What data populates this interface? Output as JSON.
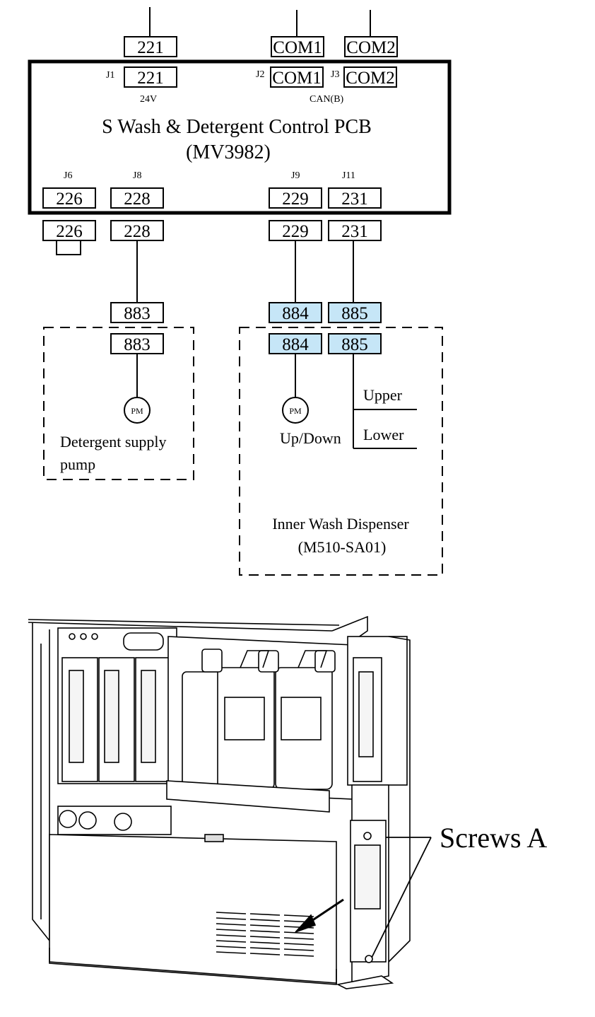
{
  "pcb": {
    "name": "S Wash & Detergent Control PCB",
    "model": "(MV3982)",
    "j1": "J1",
    "j2": "J2",
    "j3": "J3",
    "j6": "J6",
    "j8": "J8",
    "j9": "J9",
    "j11": "J11",
    "volt": "24V",
    "can": "CAN(B)"
  },
  "connectors": {
    "c221": "221",
    "com1": "COM1",
    "com2": "COM2",
    "c226": "226",
    "c228": "228",
    "c229": "229",
    "c231": "231",
    "c883": "883",
    "c884": "884",
    "c885": "885"
  },
  "detergent_pump": {
    "motor": "PM",
    "label_line1": "Detergent supply",
    "label_line2": "pump"
  },
  "dispenser": {
    "motor": "PM",
    "updown": "Up/Down",
    "upper": "Upper",
    "lower": "Lower",
    "name": "Inner Wash Dispenser",
    "model": "(M510-SA01)"
  },
  "photo": {
    "callout": "Screws A"
  },
  "colors": {
    "highlight": "#c6e6f7",
    "line": "#000000"
  }
}
